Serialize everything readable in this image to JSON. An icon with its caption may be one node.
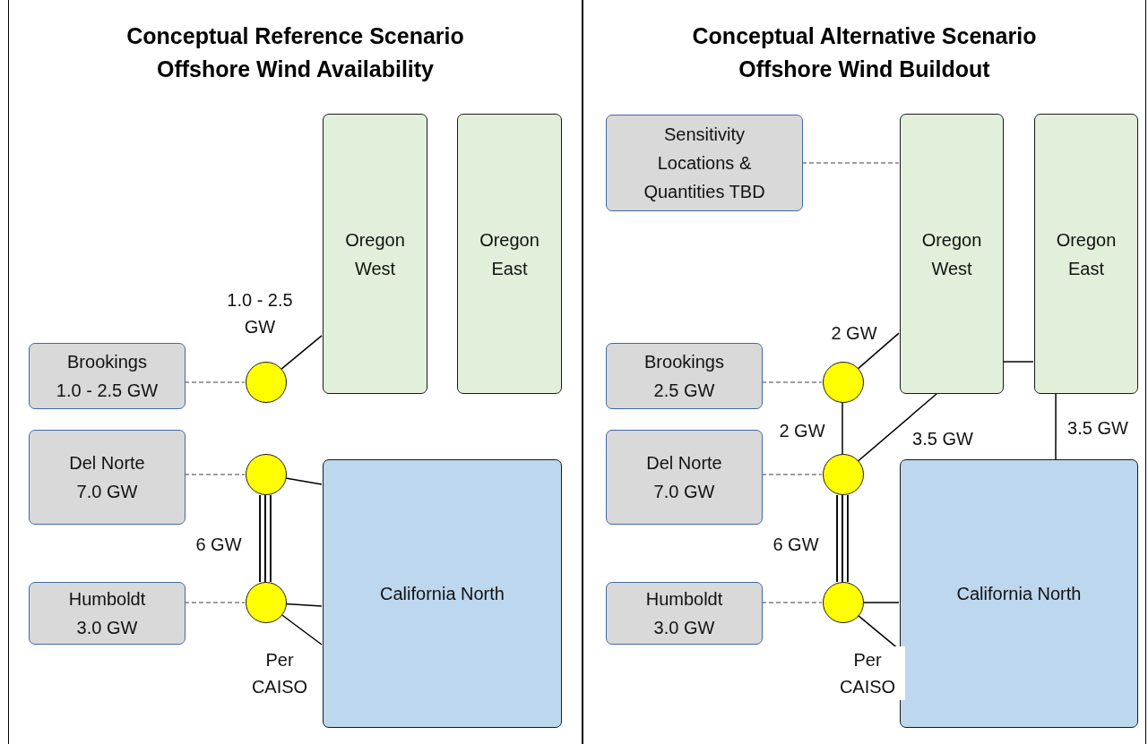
{
  "diagram": {
    "nodes": [
      {
        "text": [
          "Conceptual Reference Scenario Offshore Wind Availability"
        ]
      },
      {
        "text": [
          "Oregon West"
        ],
        "in": 0
      },
      {
        "text": [
          "Oregon East"
        ],
        "in": 0
      },
      {
        "text": [
          "Brookings 1.0 - 2.5 GW"
        ],
        "in": 0
      },
      {
        "text": [],
        "shape": "circle",
        "in": 0
      },
      {
        "text": [
          "Del Norte 7.0 GW"
        ],
        "in": 0
      },
      {
        "text": [],
        "shape": "circle",
        "in": 0
      },
      {
        "text": [
          "Humboldt 3.0 GW"
        ],
        "in": 0
      },
      {
        "text": [],
        "shape": "circle",
        "in": 0
      },
      {
        "text": [
          "California North"
        ],
        "in": 0
      },
      {
        "text": [
          "Conceptual Alternative Scenario Offshore Wind Buildout"
        ]
      },
      {
        "text": [
          "Sensitivity Locations & Quantities TBD"
        ],
        "in": 10
      },
      {
        "text": [
          "Oregon West"
        ],
        "in": 10
      },
      {
        "text": [
          "Oregon East"
        ],
        "in": 10
      },
      {
        "text": [
          "Brookings 2.5 GW"
        ],
        "in": 10
      },
      {
        "text": [],
        "shape": "circle",
        "in": 10
      },
      {
        "text": [
          "Del Norte 7.0 GW"
        ],
        "in": 10
      },
      {
        "text": [],
        "shape": "circle",
        "in": 10
      },
      {
        "text": [
          "Humboldt 3.0 GW"
        ],
        "in": 10
      },
      {
        "text": [],
        "shape": "circle",
        "in": 10
      },
      {
        "text": [
          "California North"
        ],
        "in": 10
      }
    ],
    "edges": [
      {
        "from": 3,
        "to": 4,
        "arrow": "none",
        "style": "dashed",
        "color": "#808080"
      },
      {
        "from": 4,
        "to": 1,
        "arrow": "none",
        "label": "1.0 - 2.5 GW"
      },
      {
        "from": 5,
        "to": 6,
        "arrow": "none",
        "style": "dashed",
        "color": "#808080"
      },
      {
        "from": 6,
        "to": 9,
        "arrow": "none"
      },
      {
        "from": 6,
        "to": 8,
        "arrow": "none",
        "style": "thick",
        "label": "6 GW"
      },
      {
        "from": 7,
        "to": 8,
        "arrow": "none",
        "style": "dashed",
        "color": "#808080"
      },
      {
        "from": 8,
        "to": 9,
        "arrow": "none"
      },
      {
        "from": 8,
        "to": 9,
        "arrow": "none",
        "label": "Per CAISO"
      },
      {
        "from": 11,
        "to": 12,
        "arrow": "none",
        "style": "dashed",
        "color": "#808080"
      },
      {
        "from": 14,
        "to": 15,
        "arrow": "none",
        "style": "dashed",
        "color": "#808080"
      },
      {
        "from": 15,
        "to": 12,
        "arrow": "none",
        "label": "2 GW"
      },
      {
        "from": 15,
        "to": 17,
        "arrow": "none",
        "label": "2 GW"
      },
      {
        "from": 17,
        "to": 12,
        "arrow": "none",
        "label": "3.5 GW"
      },
      {
        "from": 16,
        "to": 17,
        "arrow": "none",
        "style": "dashed",
        "color": "#808080"
      },
      {
        "from": 17,
        "to": 19,
        "arrow": "none",
        "style": "thick",
        "label": "6 GW"
      },
      {
        "from": 18,
        "to": 19,
        "arrow": "none",
        "style": "dashed",
        "color": "#808080"
      },
      {
        "from": 19,
        "to": 20,
        "arrow": "none"
      },
      {
        "from": 19,
        "to": 20,
        "arrow": "none",
        "label": "Per CAISO"
      },
      {
        "from": 12,
        "to": 13,
        "arrow": "none"
      },
      {
        "from": 13,
        "to": 20,
        "arrow": "none",
        "label": "3.5 GW"
      }
    ]
  }
}
